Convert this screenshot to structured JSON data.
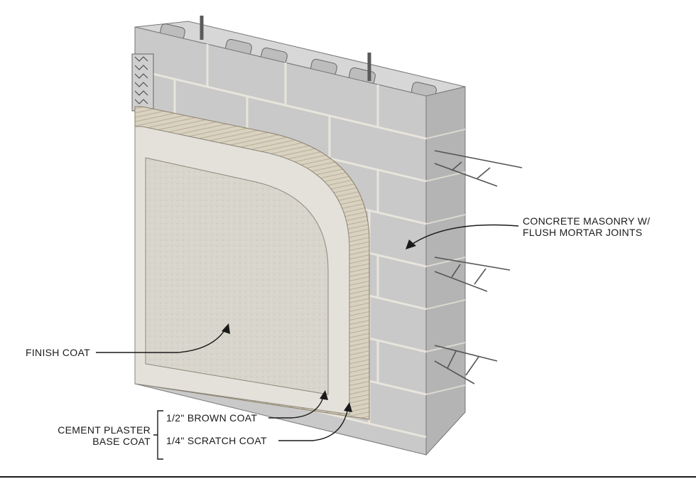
{
  "labels": {
    "masonry": {
      "line1": "CONCRETE MASONRY W/",
      "line2": "FLUSH MORTAR JOINTS"
    },
    "finish_coat": "FINISH COAT",
    "base_coat_group": {
      "line1": "CEMENT PLASTER",
      "line2": "BASE COAT"
    },
    "brown_coat": "1/2\" BROWN COAT",
    "scratch_coat": "1/4\" SCRATCH COAT"
  },
  "colors": {
    "block_face": "#c9c9c9",
    "block_side": "#b4b4b4",
    "block_top": "#d7d7d7",
    "mortar": "#e2dfd6",
    "scratch_coat": "#d9d2c1",
    "brown_coat": "#e3e1da",
    "finish_coat": "#d8d5cc",
    "ink": "#1a1a1a"
  }
}
